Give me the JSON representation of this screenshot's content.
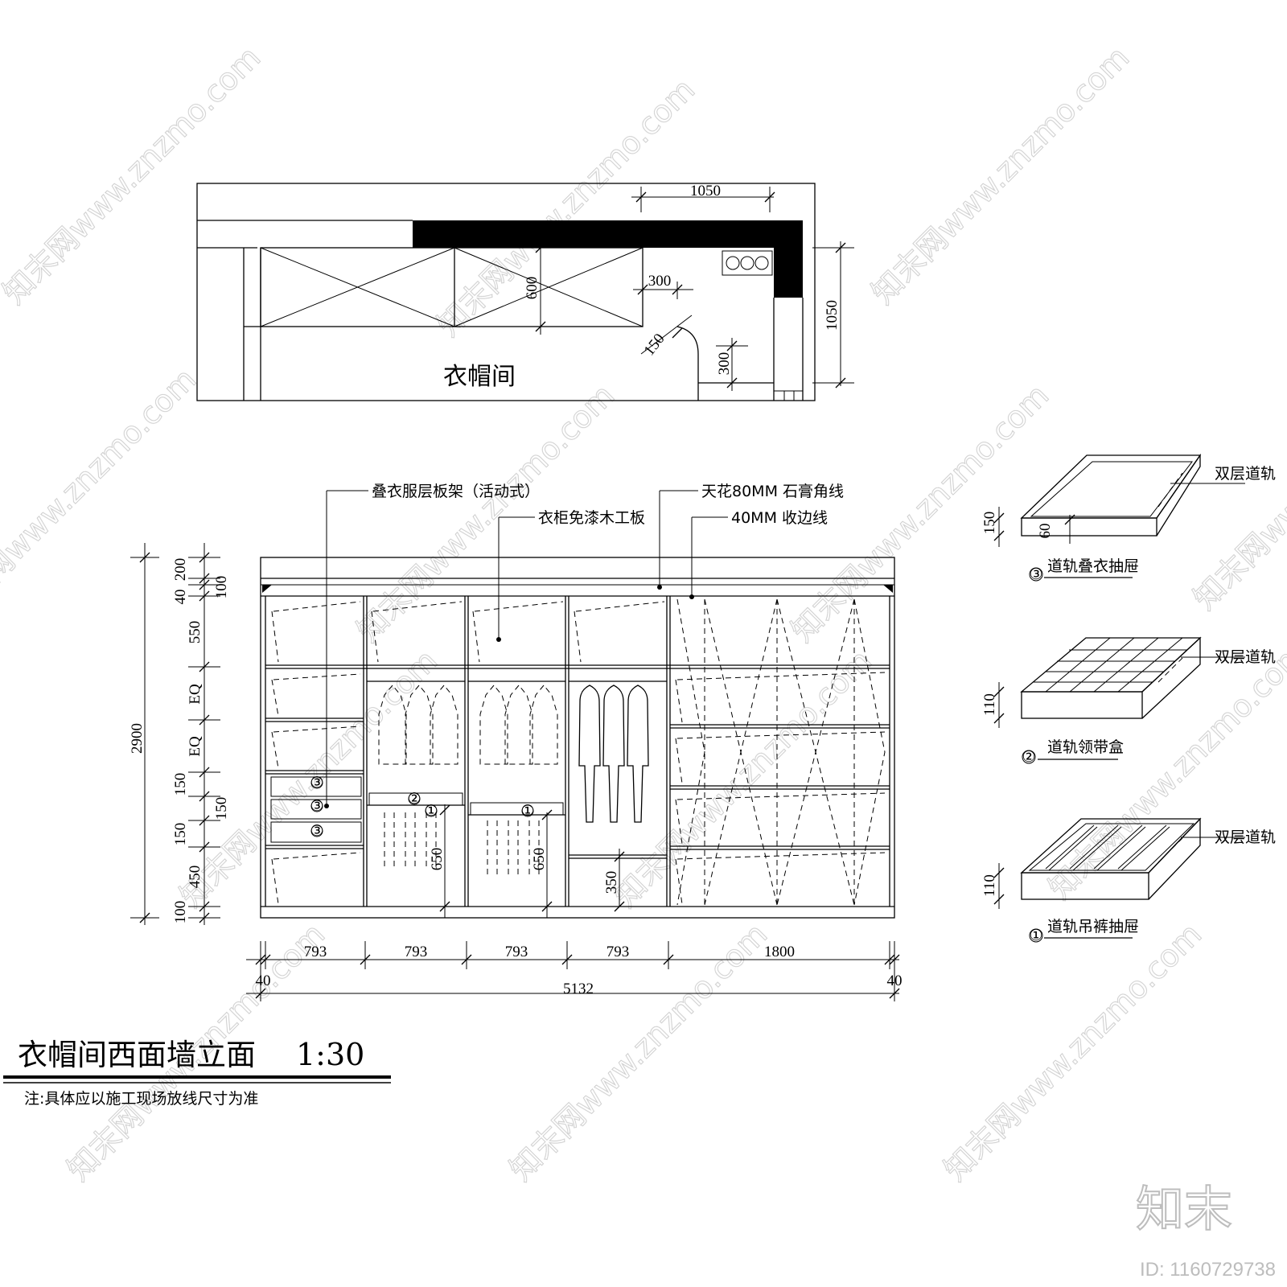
{
  "plan": {
    "room_label": "衣帽间",
    "dim_1050_top": "1050",
    "dim_1050_right": "1050",
    "dim_600": "600",
    "dim_300_a": "300",
    "dim_300_b": "300",
    "dim_150": "150"
  },
  "elevation": {
    "callouts": {
      "folding_shelf": "叠衣服层板架（活动式）",
      "board": "衣柜免漆木工板",
      "ceiling_molding": "天花80MM 石膏角线",
      "edge_trim": "40MM 收边线"
    },
    "left_dims": {
      "total": "2900",
      "d200": "200",
      "d40": "40",
      "d100_top": "100",
      "d550": "550",
      "eq1": "EQ",
      "eq2": "EQ",
      "d150_a": "150",
      "d150_b": "150",
      "d150_c": "150",
      "d450": "450",
      "d100_bottom": "100"
    },
    "inner_dims": {
      "d650_a": "650",
      "d650_b": "650",
      "d350": "350"
    },
    "bottom_dims": {
      "c1": "793",
      "c2": "793",
      "c3": "793",
      "c4": "793",
      "c5": "1800",
      "left_40": "40",
      "right_40": "40",
      "total": "5132"
    },
    "markers": {
      "m3": "③",
      "m2": "②",
      "m1": "①"
    }
  },
  "details": [
    {
      "rail_label": "双层道轨",
      "height": "150",
      "inner": "60",
      "marker": "③",
      "title": "道轨叠衣抽屉"
    },
    {
      "rail_label": "双层道轨",
      "height": "110",
      "marker": "②",
      "title": "道轨领带盒"
    },
    {
      "rail_label": "双层道轨",
      "height": "110",
      "marker": "①",
      "title": "道轨吊裤抽屉"
    }
  ],
  "title": {
    "main": "衣帽间西面墙立面",
    "scale": "1:30",
    "note": "注:具体应以施工现场放线尺寸为准"
  },
  "watermark": {
    "text": "知末网www.znzmo.com",
    "brand": "知末",
    "id": "ID: 1160729738"
  }
}
